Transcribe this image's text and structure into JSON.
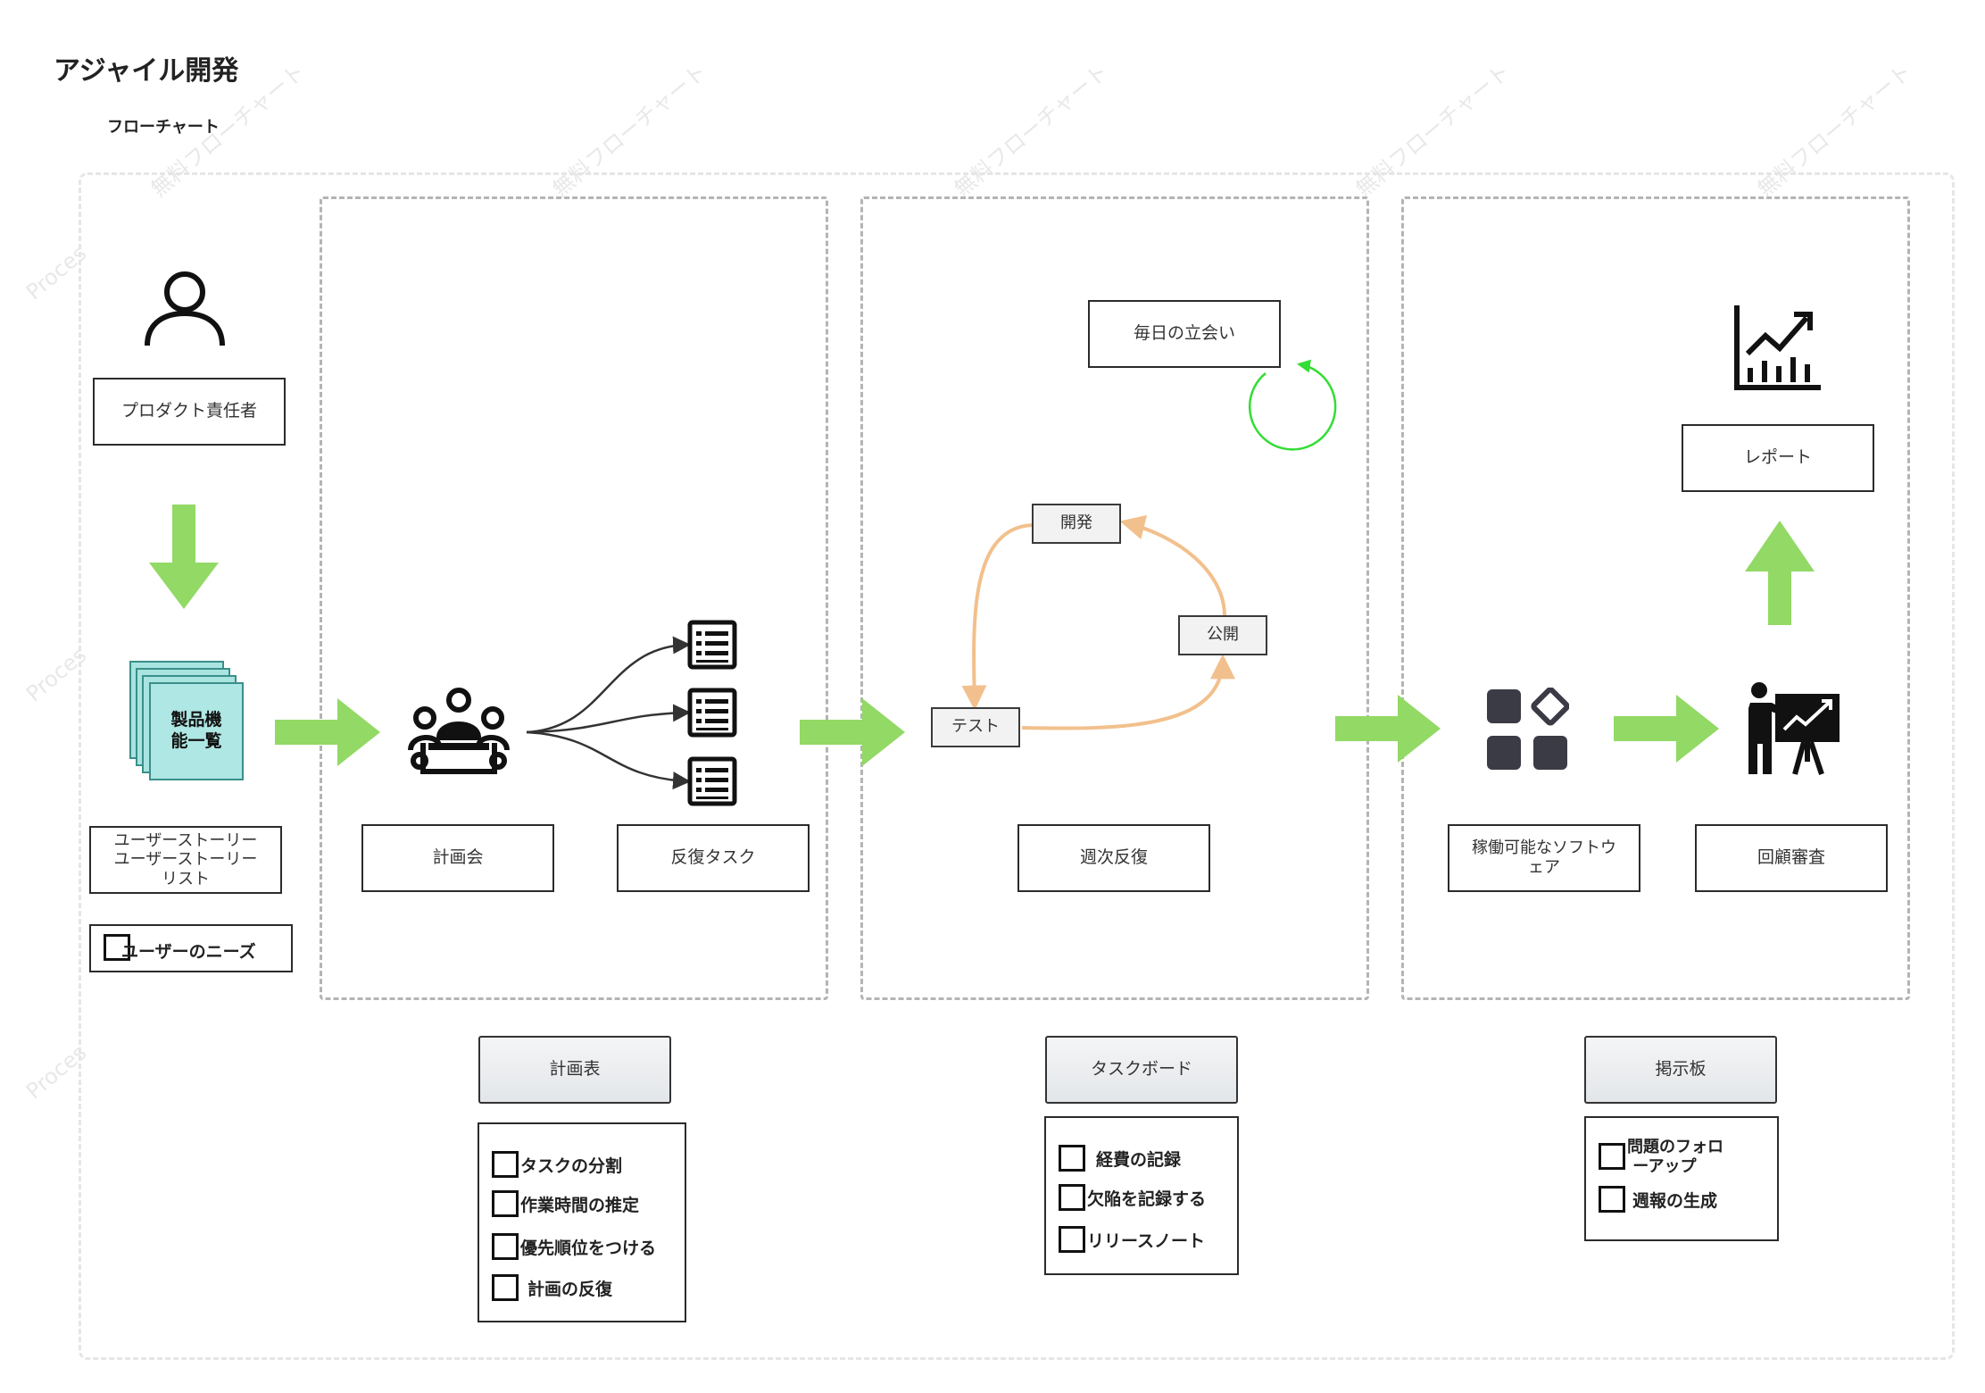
{
  "header": {
    "title": "アジャイル開発",
    "subtitle": "フローチャート"
  },
  "watermark": {
    "text": "無料フローチャート",
    "prefix": "Proces"
  },
  "nodes": {
    "product_owner": "プロダクト責任者",
    "feature_list": "製品機\n能一覧",
    "user_story_lines": [
      "ユーザーストーリー",
      "ユーザーストーリー",
      "リスト"
    ],
    "user_needs": "ユーザーのニーズ",
    "planning_meeting": "計画会",
    "iteration_tasks": "反復タスク",
    "daily_standup": "毎日の立会い",
    "develop": "開発",
    "release": "公開",
    "test": "テスト",
    "weekly_iteration": "週次反復",
    "working_software_lines": [
      "稼働可能なソフトウ",
      "ェア"
    ],
    "retrospective": "回顧審査",
    "report": "レポート"
  },
  "boards": [
    {
      "label": "計画表",
      "items": [
        "タスクの分割",
        "作業時間の推定",
        "優先順位をつける",
        "計画の反復"
      ]
    },
    {
      "label": "タスクボード",
      "items": [
        "経費の記録",
        "欠陥を記録する",
        "リリースノート"
      ]
    },
    {
      "label": "掲示板",
      "items": [
        "問題のフォロ\n ーアップ",
        "週報の生成"
      ]
    }
  ],
  "colors": {
    "arrow_green": "#92d965",
    "cycle_orange": "#f2c08c",
    "loop_green": "#33dd33",
    "note_teal": "#a9e4e0",
    "icon_dark": "#3b3b45"
  },
  "icons": [
    "user-icon",
    "meeting-icon",
    "list-icon",
    "apps-icon",
    "presentation-icon",
    "chart-icon"
  ]
}
